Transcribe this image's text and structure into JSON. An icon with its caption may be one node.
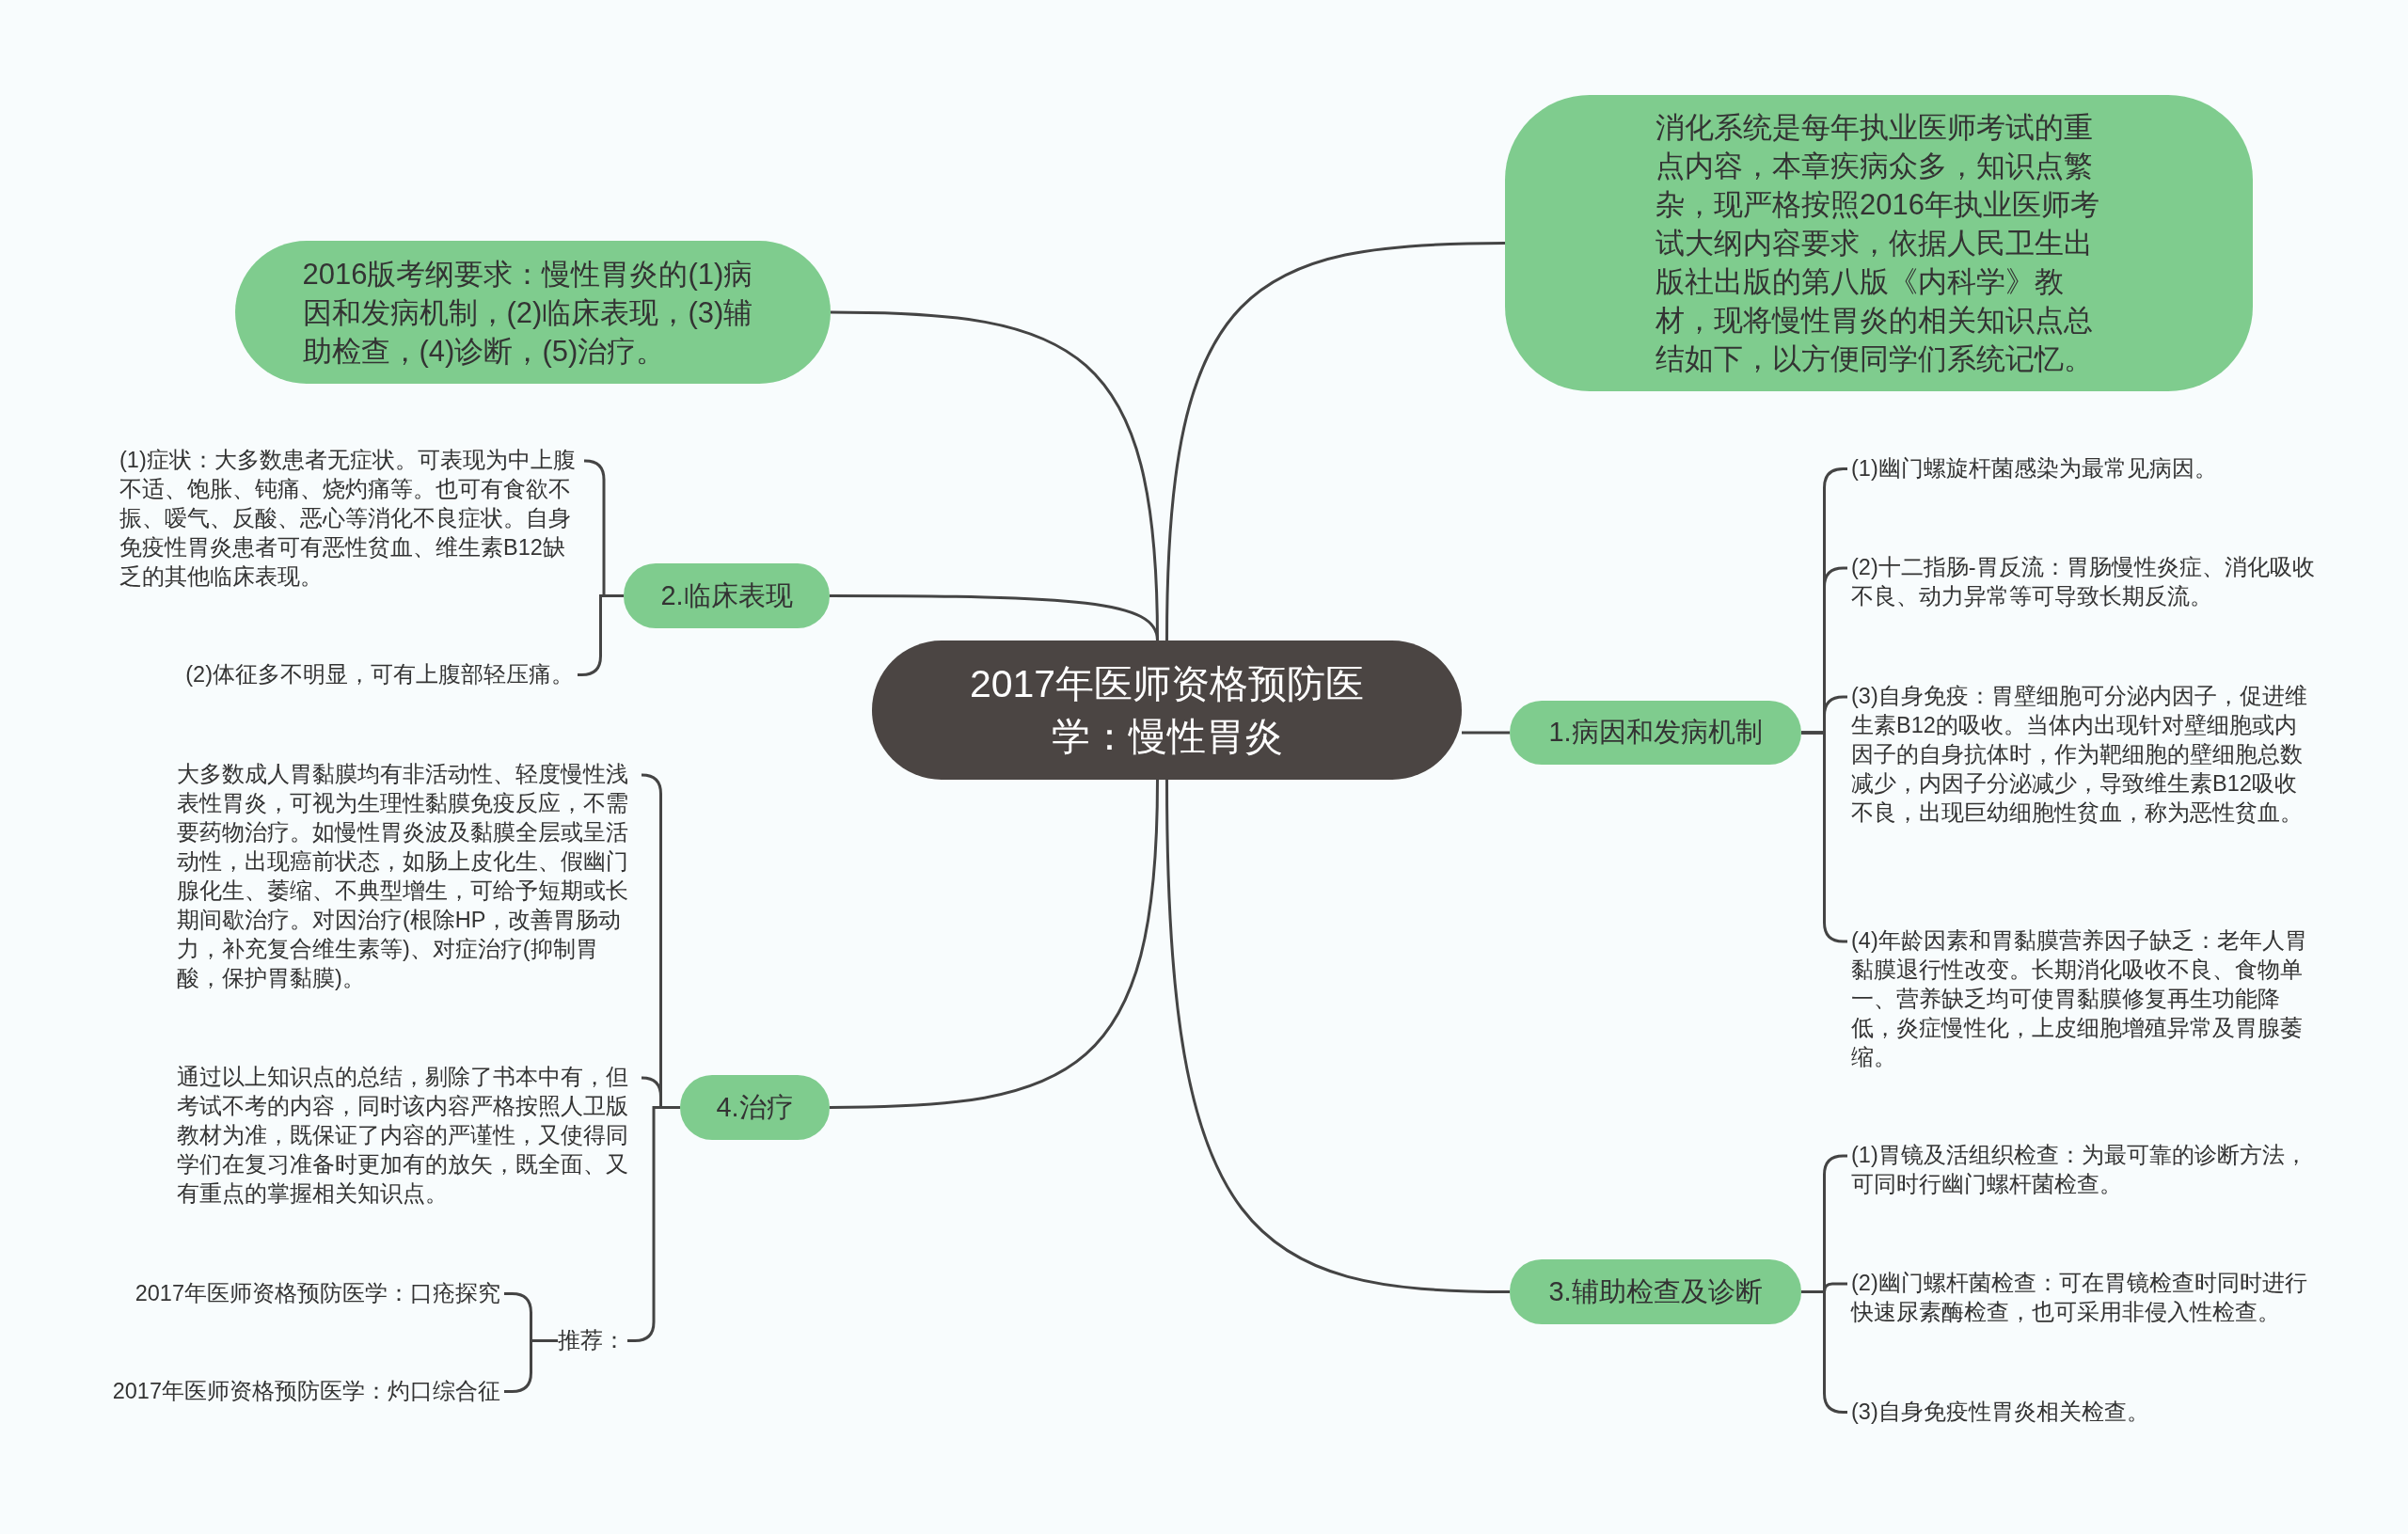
{
  "diagram": {
    "nodes": [
      {
        "text": [
          "2017年医师资格预防医学：慢性胃炎"
        ]
      },
      {
        "text": [
          "消化系统是每年执业医师考试的重点内容，本章疾病众多，知识点繁杂，现严格按照2016年执业医师考试大纲内容要求，依据人民卫生出版社出版的第八版《内科学》教材，现将慢性胃炎的相关知识点总结如下，以方便同学们系统记忆。"
        ]
      },
      {
        "text": [
          "2016版考纲要求：慢性胃炎的(1)病因和发病机制，(2)临床表现，(3)辅助检查，(4)诊断，(5)治疗。"
        ]
      },
      {
        "text": [
          "2.临床表现"
        ]
      },
      {
        "text": [
          "(1)症状：大多数患者无症状。可表现为中上腹不适、饱胀、钝痛、烧灼痛等。也可有食欲不振、嗳气、反酸、恶心等消化不良症状。自身免疫性胃炎患者可有恶性贫血、维生素B12缺乏的其他临床表现。"
        ]
      },
      {
        "text": [
          "(2)体征多不明显，可有上腹部轻压痛。"
        ]
      },
      {
        "text": [
          "1.病因和发病机制"
        ]
      },
      {
        "text": [
          "(1)幽门螺旋杆菌感染为最常见病因。"
        ]
      },
      {
        "text": [
          "(2)十二指肠-胃反流：胃肠慢性炎症、消化吸收不良、动力异常等可导致长期反流。"
        ]
      },
      {
        "text": [
          "(3)自身免疫：胃壁细胞可分泌内因子，促进维生素B12的吸收。当体内出现针对壁细胞或内因子的自身抗体时，作为靶细胞的壁细胞总数减少，内因子分泌减少，导致维生素B12吸收不良，出现巨幼细胞性贫血，称为恶性贫血。"
        ]
      },
      {
        "text": [
          "(4)年龄因素和胃黏膜营养因子缺乏：老年人胃黏膜退行性改变。长期消化吸收不良、食物单一、营养缺乏均可使胃黏膜修复再生功能降低，炎症慢性化，上皮细胞增殖异常及胃腺萎缩。"
        ]
      },
      {
        "text": [
          "3.辅助检查及诊断"
        ]
      },
      {
        "text": [
          "(1)胃镜及活组织检查：为最可靠的诊断方法，可同时行幽门螺杆菌检查。"
        ]
      },
      {
        "text": [
          "(2)幽门螺杆菌检查：可在胃镜检查时同时进行快速尿素酶检查，也可采用非侵入性检查。"
        ]
      },
      {
        "text": [
          "(3)自身免疫性胃炎相关检查。"
        ]
      },
      {
        "text": [
          "4.治疗"
        ]
      },
      {
        "text": [
          "大多数成人胃黏膜均有非活动性、轻度慢性浅表性胃炎，可视为生理性黏膜免疫反应，不需要药物治疗。如慢性胃炎波及黏膜全层或呈活动性，出现癌前状态，如肠上皮化生、假幽门腺化生、萎缩、不典型增生，可给予短期或长期间歇治疗。对因治疗(根除HP，改善胃肠动力，补充复合维生素等)、对症治疗(抑制胃酸，保护胃黏膜)。"
        ]
      },
      {
        "text": [
          "通过以上知识点的总结，剔除了书本中有，但考试不考的内容，同时该内容严格按照人卫版教材为准，既保证了内容的严谨性，又使得同学们在复习准备时更加有的放矢，既全面、又有重点的掌握相关知识点。"
        ]
      },
      {
        "text": [
          "推荐："
        ]
      },
      {
        "text": [
          "2017年医师资格预防医学：口疮探究"
        ]
      },
      {
        "text": [
          "2017年医师资格预防医学：灼口综合征"
        ]
      }
    ],
    "edges": [
      {
        "from": 0,
        "to": 1,
        "arrow": "none"
      },
      {
        "from": 0,
        "to": 2,
        "arrow": "none"
      },
      {
        "from": 0,
        "to": 3,
        "arrow": "none"
      },
      {
        "from": 0,
        "to": 6,
        "arrow": "none"
      },
      {
        "from": 0,
        "to": 11,
        "arrow": "none"
      },
      {
        "from": 0,
        "to": 15,
        "arrow": "none"
      },
      {
        "from": 3,
        "to": 4,
        "arrow": "none"
      },
      {
        "from": 3,
        "to": 5,
        "arrow": "none"
      },
      {
        "from": 6,
        "to": 7,
        "arrow": "none"
      },
      {
        "from": 6,
        "to": 8,
        "arrow": "none"
      },
      {
        "from": 6,
        "to": 9,
        "arrow": "none"
      },
      {
        "from": 6,
        "to": 10,
        "arrow": "none"
      },
      {
        "from": 11,
        "to": 12,
        "arrow": "none"
      },
      {
        "from": 11,
        "to": 13,
        "arrow": "none"
      },
      {
        "from": 11,
        "to": 14,
        "arrow": "none"
      },
      {
        "from": 15,
        "to": 16,
        "arrow": "none"
      },
      {
        "from": 15,
        "to": 17,
        "arrow": "none"
      },
      {
        "from": 15,
        "to": 18,
        "arrow": "none"
      },
      {
        "from": 18,
        "to": 19,
        "arrow": "none"
      },
      {
        "from": 18,
        "to": 20,
        "arrow": "none"
      }
    ]
  }
}
